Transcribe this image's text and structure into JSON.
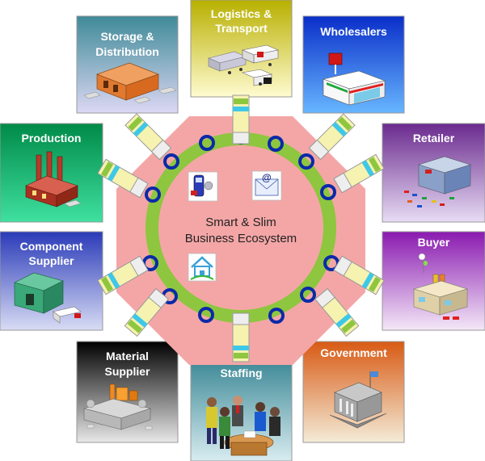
{
  "center": {
    "line1": "Smart & Slim",
    "line2": "Business Ecosystem"
  },
  "tiles": {
    "logistics": {
      "line1": "Logistics &",
      "line2": "Transport",
      "icon": "trucks-icon"
    },
    "storage": {
      "line1": "Storage &",
      "line2": "Distribution",
      "icon": "warehouse-icon"
    },
    "wholesalers": {
      "line1": "Wholesalers",
      "icon": "store-icon"
    },
    "production": {
      "line1": "Production",
      "icon": "factory-icon"
    },
    "retailer": {
      "line1": "Retailer",
      "icon": "retail-building-icon"
    },
    "component": {
      "line1": "Component",
      "line2": "Supplier",
      "icon": "supplier-warehouse-icon"
    },
    "buyer": {
      "line1": "Buyer",
      "icon": "shopping-building-icon"
    },
    "material": {
      "line1": "Material",
      "line2": "Supplier",
      "icon": "material-plant-icon"
    },
    "staffing": {
      "line1": "Staffing",
      "icon": "people-icon"
    },
    "government": {
      "line1": "Government",
      "icon": "government-building-icon"
    }
  },
  "colors": {
    "octagon": "#f4a6a6",
    "ring": "#8ec63f",
    "connector": "#f6f2b0",
    "port": "#0a2aa8"
  }
}
